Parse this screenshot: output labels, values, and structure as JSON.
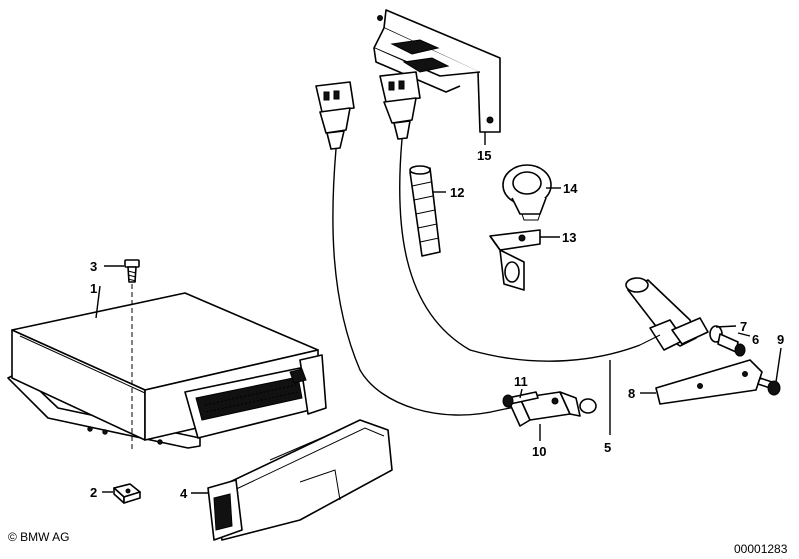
{
  "callouts": [
    {
      "id": "1",
      "label": "1"
    },
    {
      "id": "2",
      "label": "2"
    },
    {
      "id": "3",
      "label": "3"
    },
    {
      "id": "4",
      "label": "4"
    },
    {
      "id": "5",
      "label": "5"
    },
    {
      "id": "6",
      "label": "6"
    },
    {
      "id": "7",
      "label": "7"
    },
    {
      "id": "8",
      "label": "8"
    },
    {
      "id": "9",
      "label": "9"
    },
    {
      "id": "10",
      "label": "10"
    },
    {
      "id": "11",
      "label": "11"
    },
    {
      "id": "12",
      "label": "12"
    },
    {
      "id": "13",
      "label": "13"
    },
    {
      "id": "14",
      "label": "14"
    },
    {
      "id": "15",
      "label": "15"
    }
  ],
  "footer": {
    "copyright": "© BMW AG",
    "diagram_number": "00001283"
  }
}
